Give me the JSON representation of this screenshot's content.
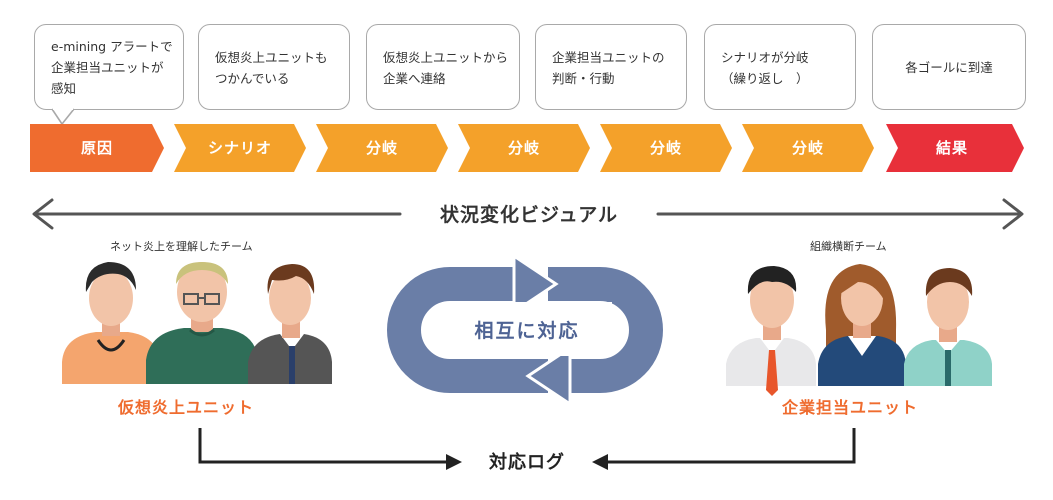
{
  "bubbles": [
    {
      "text": "e-mining アラートで\n企業担当ユニットが\n感知"
    },
    {
      "text": "仮想炎上ユニットも\nつかんでいる"
    },
    {
      "text": "仮想炎上ユニットから\n企業へ連絡"
    },
    {
      "text": "企業担当ユニットの\n判断・行動"
    },
    {
      "text": "シナリオが分岐\n（繰り返し　）"
    },
    {
      "text": "各ゴールに到達"
    }
  ],
  "stages": [
    {
      "label": "原因",
      "color": "#ef6c2f"
    },
    {
      "label": "シナリオ",
      "color": "#f4a12a"
    },
    {
      "label": "分岐",
      "color": "#f4a12a"
    },
    {
      "label": "分岐",
      "color": "#f4a12a"
    },
    {
      "label": "分岐",
      "color": "#f4a12a"
    },
    {
      "label": "分岐",
      "color": "#f4a12a"
    },
    {
      "label": "結果",
      "color": "#e8303a"
    }
  ],
  "visual_label": "状況変化ビジュアル",
  "left_team": {
    "caption": "ネット炎上を理解したチーム",
    "name": "仮想炎上ユニット"
  },
  "right_team": {
    "caption": "組織横断チーム",
    "name": "企業担当ユニット"
  },
  "cycle_label": "相互に対応",
  "log_label": "対応ログ",
  "colors": {
    "accent": "#ef6c2f",
    "loop": "#6a7ea7",
    "result": "#e8303a"
  }
}
